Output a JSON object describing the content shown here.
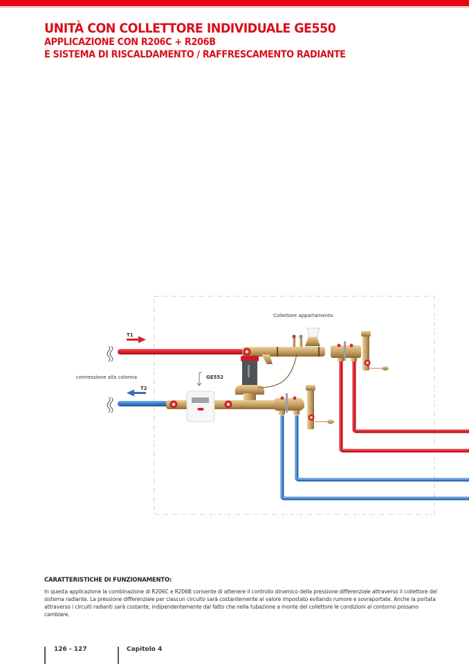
{
  "header": {
    "title": "UNITÀ CON COLLETTORE INDIVIDUALE GE550",
    "subtitle_line1": "APPLICAZIONE CON R206C + R206B",
    "subtitle_line2": "E SISTEMA DI RISCALDAMENTO / RAFFRESCAMENTO RADIANTE",
    "accent_color": "#e30613"
  },
  "diagram": {
    "label_collector": "Collettore appartamento",
    "label_connection": "connessione alla colonna",
    "label_t1": "T1",
    "label_t2": "T2",
    "label_meter": "GE552",
    "hot_color": "#e0202a",
    "cold_color": "#3a7cc8",
    "brass_color": "#c9a264"
  },
  "features": {
    "title": "CARATTERISTICHE DI FUNZIONAMENTO:",
    "text": "In questa applicazione la combinazione di R206C e R206B consente di attenere il controllo dinamico della pressione differenziale attraverso il collettore del sistema radiante. La pressione differenziale per ciascun circuito sarà costantemente al valore impostato evitando rumore e sovraportate. Anche la portata attraverso i circuiti radianti sarà costante, indipendentemente dal fatto che nella tubazione a monte del collettore  le condizioni al contorno possano cambiare."
  },
  "footer": {
    "pages": "126 - 127",
    "chapter": "Capitolo 4"
  }
}
